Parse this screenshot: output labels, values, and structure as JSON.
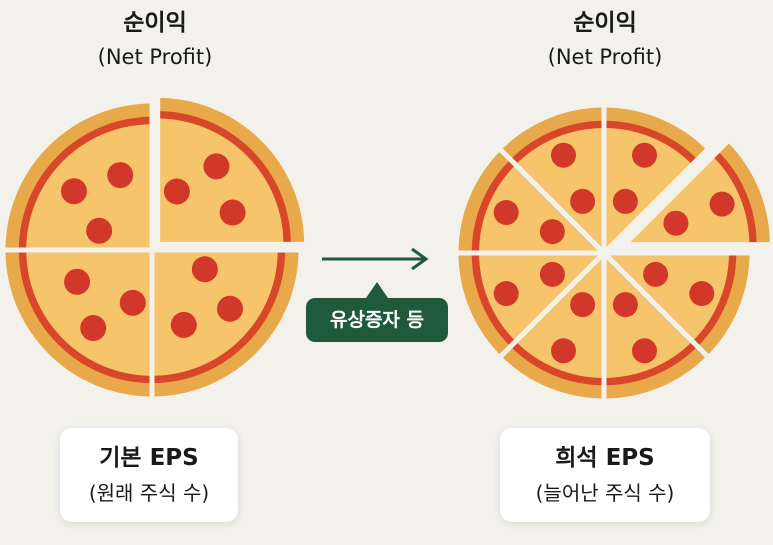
{
  "left": {
    "title": "순이익",
    "subtitle": "(Net Profit)",
    "label": "기본 EPS",
    "sublabel": "(원래 주식 수)",
    "slices": 4
  },
  "right": {
    "title": "순이익",
    "subtitle": "(Net Profit)",
    "label": "희석 EPS",
    "sublabel": "(늘어난 주식 수)",
    "slices": 8
  },
  "arrow": {
    "label": "유상증자 등"
  },
  "colors": {
    "crust": "#e8a94a",
    "sauce": "#d9472b",
    "cheese": "#f6c46a",
    "pepperoni": "#d2382a",
    "badge": "#1f5a3a",
    "arrow": "#1f5a3a",
    "background": "#f3f1ec"
  }
}
